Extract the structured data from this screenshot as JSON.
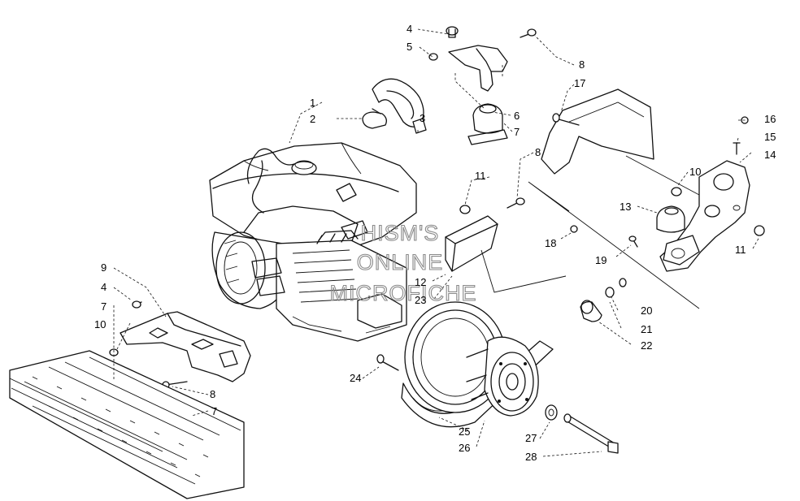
{
  "watermark": {
    "line1": "HISM'S",
    "line2": "ONLINE",
    "line3": "MICROFICHE"
  },
  "callouts": [
    {
      "id": "c1",
      "text": "1"
    },
    {
      "id": "c2",
      "text": "2"
    },
    {
      "id": "c3",
      "text": "3"
    },
    {
      "id": "c4a",
      "text": "4"
    },
    {
      "id": "c5",
      "text": "5"
    },
    {
      "id": "c8a",
      "text": "8"
    },
    {
      "id": "c17",
      "text": "17"
    },
    {
      "id": "c6",
      "text": "6"
    },
    {
      "id": "c7a",
      "text": "7"
    },
    {
      "id": "c8b",
      "text": "8"
    },
    {
      "id": "c16",
      "text": "16"
    },
    {
      "id": "c15",
      "text": "15"
    },
    {
      "id": "c14",
      "text": "14"
    },
    {
      "id": "c10a",
      "text": "10"
    },
    {
      "id": "c11a",
      "text": "11"
    },
    {
      "id": "c13",
      "text": "13"
    },
    {
      "id": "c18",
      "text": "18"
    },
    {
      "id": "c19",
      "text": "19"
    },
    {
      "id": "c11b",
      "text": "11"
    },
    {
      "id": "c12",
      "text": "12"
    },
    {
      "id": "c23",
      "text": "23"
    },
    {
      "id": "c9",
      "text": "9"
    },
    {
      "id": "c4b",
      "text": "4"
    },
    {
      "id": "c7b",
      "text": "7"
    },
    {
      "id": "c10b",
      "text": "10"
    },
    {
      "id": "c20",
      "text": "20"
    },
    {
      "id": "c21",
      "text": "21"
    },
    {
      "id": "c22",
      "text": "22"
    },
    {
      "id": "c24",
      "text": "24"
    },
    {
      "id": "c8c",
      "text": "8"
    },
    {
      "id": "c7c",
      "text": "7"
    },
    {
      "id": "c25",
      "text": "25"
    },
    {
      "id": "c26",
      "text": "26"
    },
    {
      "id": "c27",
      "text": "27"
    },
    {
      "id": "c28",
      "text": "28"
    }
  ]
}
